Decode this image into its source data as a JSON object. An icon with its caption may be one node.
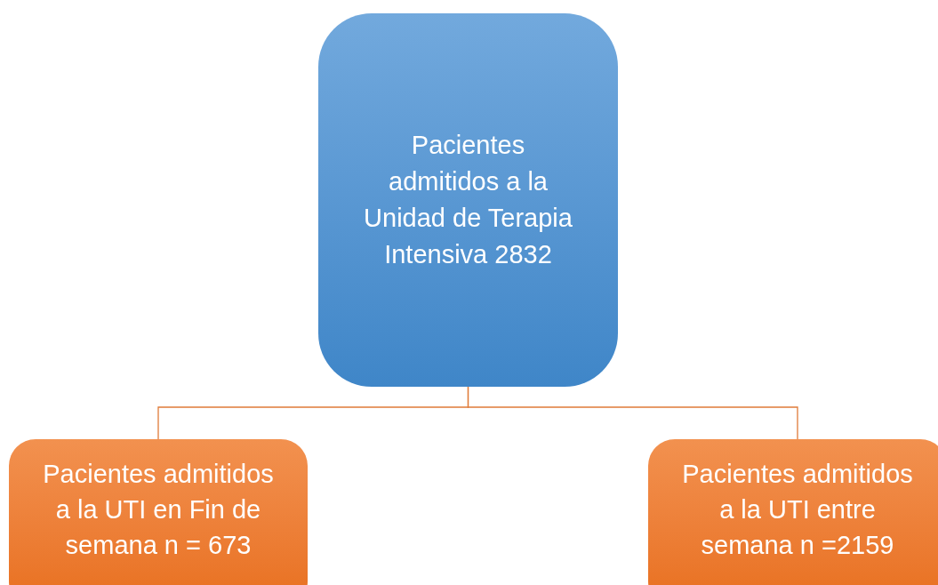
{
  "diagram": {
    "nodes": [
      {
        "text": [
          "Pacientes admitidos a la Unidad de Terapia Intensiva 2832"
        ]
      },
      {
        "text": [
          "Pacientes admitidos a la UTI en Fin de semana n = 673"
        ]
      },
      {
        "text": [
          "Pacientes admitidos a la UTI entre semana n =2159"
        ]
      }
    ],
    "edges": [
      {
        "from": 0,
        "to": 1,
        "arrow": "none"
      },
      {
        "from": 0,
        "to": 2,
        "arrow": "none"
      }
    ]
  }
}
